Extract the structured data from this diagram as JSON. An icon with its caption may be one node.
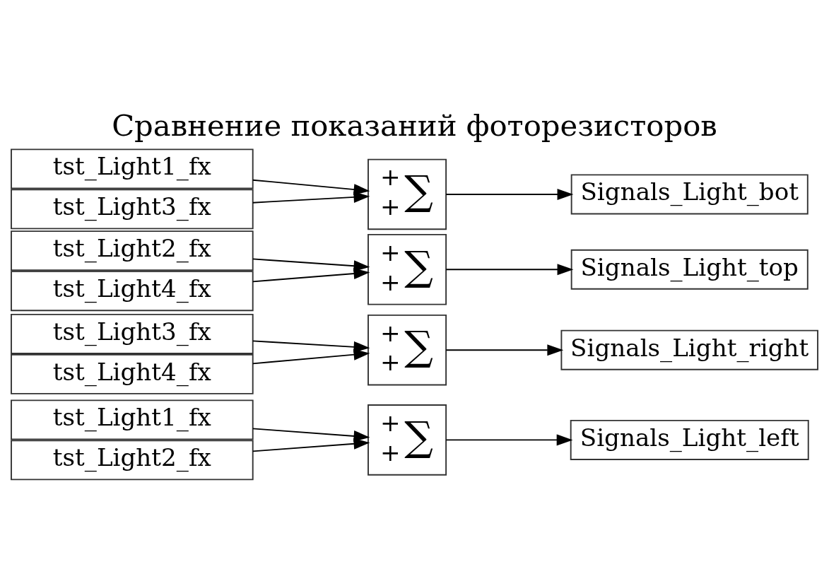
{
  "diagram": {
    "title": "Сравнение показаний фоторезисторов",
    "nodes": [
      {
        "text": [
          "tst_Light1_fx"
        ]
      },
      {
        "text": [
          "tst_Light2_fx"
        ]
      },
      {
        "text": [
          "+",
          "+",
          "∑"
        ]
      },
      {
        "text": [
          "Signals_Light_left"
        ]
      },
      {
        "text": [
          "tst_Light3_fx"
        ]
      },
      {
        "text": [
          "tst_Light4_fx"
        ]
      },
      {
        "text": [
          "+",
          "+",
          "∑"
        ]
      },
      {
        "text": [
          "Signals_Light_right"
        ]
      },
      {
        "text": [
          "tst_Light2_fx"
        ]
      },
      {
        "text": [
          "tst_Light4_fx"
        ]
      },
      {
        "text": [
          "+",
          "+",
          "∑"
        ]
      },
      {
        "text": [
          "Signals_Light_top"
        ]
      },
      {
        "text": [
          "tst_Light1_fx"
        ]
      },
      {
        "text": [
          "tst_Light3_fx"
        ]
      },
      {
        "text": [
          "+",
          "+",
          "∑"
        ]
      },
      {
        "text": [
          "Signals_Light_bot"
        ]
      }
    ],
    "edges": [
      {
        "from": 0,
        "to": 2,
        "arrow": "to"
      },
      {
        "from": 1,
        "to": 2,
        "arrow": "to"
      },
      {
        "from": 2,
        "to": 3,
        "arrow": "to"
      },
      {
        "from": 4,
        "to": 6,
        "arrow": "to"
      },
      {
        "from": 5,
        "to": 6,
        "arrow": "to"
      },
      {
        "from": 6,
        "to": 7,
        "arrow": "to"
      },
      {
        "from": 8,
        "to": 10,
        "arrow": "to"
      },
      {
        "from": 9,
        "to": 10,
        "arrow": "to"
      },
      {
        "from": 10,
        "to": 11,
        "arrow": "to"
      },
      {
        "from": 12,
        "to": 14,
        "arrow": "to"
      },
      {
        "from": 13,
        "to": 14,
        "arrow": "to"
      },
      {
        "from": 14,
        "to": 15,
        "arrow": "to"
      }
    ]
  }
}
